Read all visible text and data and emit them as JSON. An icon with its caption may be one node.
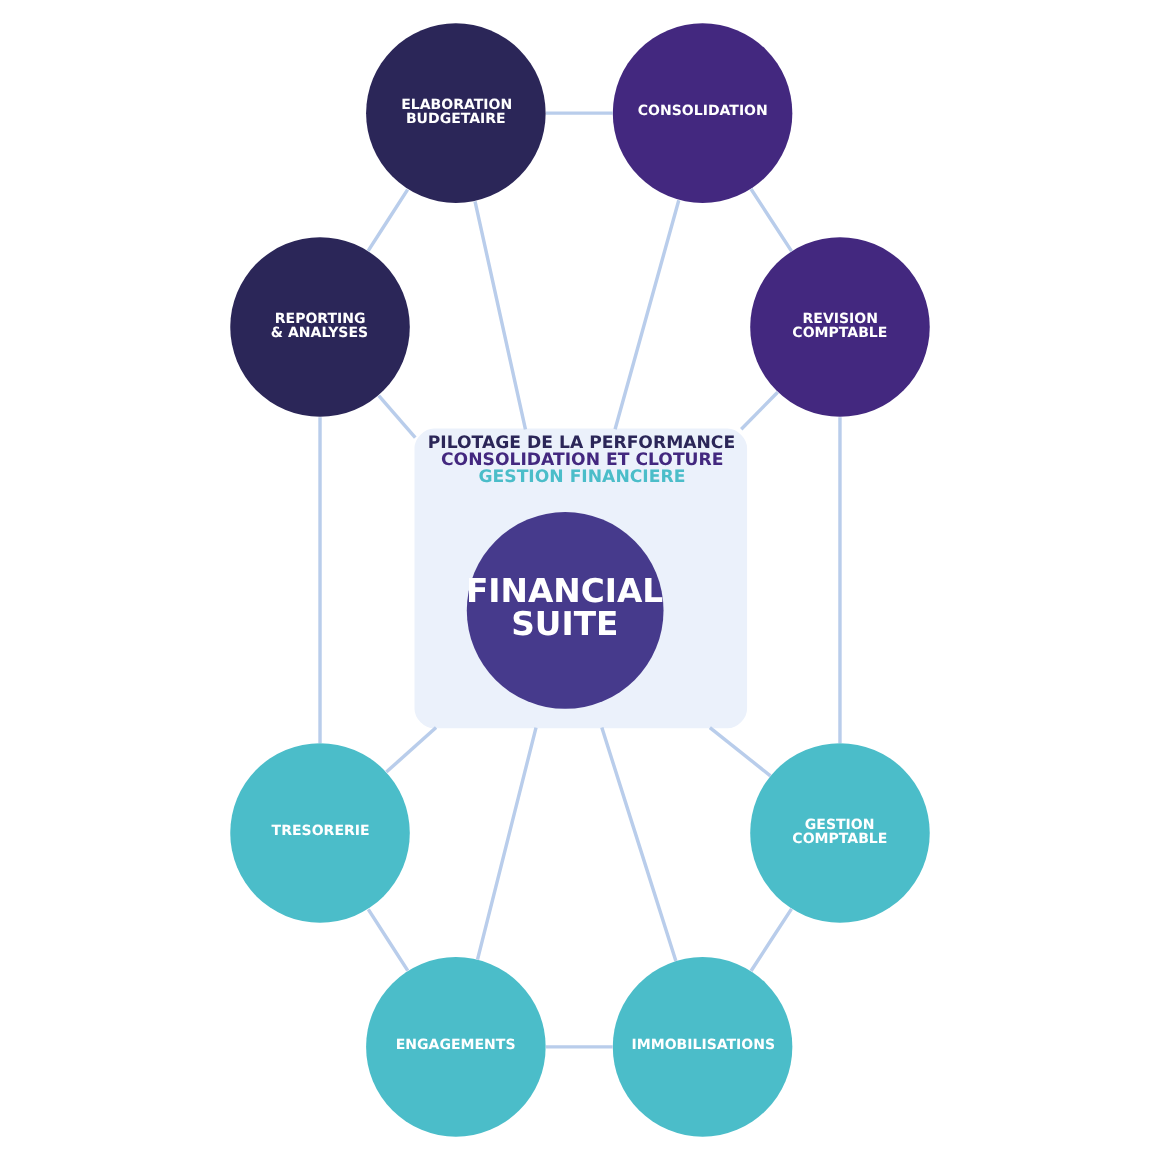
{
  "diagram": {
    "nodes": [
      {
        "text": [
          "PILOTAGE DE LA PERFORMANCE",
          "CONSOLIDATION ET CLOTURE",
          "GESTION FINANCIERE"
        ]
      },
      {
        "text": [
          "FINANCIAL SUITE"
        ],
        "in": 0
      },
      {
        "text": [
          "ELABORATION BUDGETAIRE"
        ]
      },
      {
        "text": [
          "CONSOLIDATION"
        ]
      },
      {
        "text": [
          "REVISION COMPTABLE"
        ]
      },
      {
        "text": [
          "GESTION COMPTABLE"
        ]
      },
      {
        "text": [
          "IMMOBILISATIONS"
        ]
      },
      {
        "text": [
          "ENGAGEMENTS"
        ]
      },
      {
        "text": [
          "TRESORERIE"
        ]
      },
      {
        "text": [
          "REPORTING & ANALYSES"
        ]
      }
    ],
    "edges": [
      {
        "from": 2,
        "to": 3,
        "arrow": "none"
      },
      {
        "from": 3,
        "to": 4,
        "arrow": "none"
      },
      {
        "from": 4,
        "to": 5,
        "arrow": "none"
      },
      {
        "from": 5,
        "to": 6,
        "arrow": "none"
      },
      {
        "from": 7,
        "to": 6,
        "arrow": "none"
      },
      {
        "from": 8,
        "to": 7,
        "arrow": "none"
      },
      {
        "from": 9,
        "to": 8,
        "arrow": "none"
      },
      {
        "from": 2,
        "to": 9,
        "arrow": "none"
      },
      {
        "from": 2,
        "to": 0,
        "arrow": "none"
      },
      {
        "from": 3,
        "to": 0,
        "arrow": "none"
      },
      {
        "from": 4,
        "to": 0,
        "arrow": "none"
      },
      {
        "from": 0,
        "to": 5,
        "arrow": "none"
      },
      {
        "from": 0,
        "to": 6,
        "arrow": "none"
      },
      {
        "from": 0,
        "to": 7,
        "arrow": "none"
      },
      {
        "from": 0,
        "to": 8,
        "arrow": "none"
      },
      {
        "from": 9,
        "to": 0,
        "arrow": "none"
      }
    ]
  }
}
